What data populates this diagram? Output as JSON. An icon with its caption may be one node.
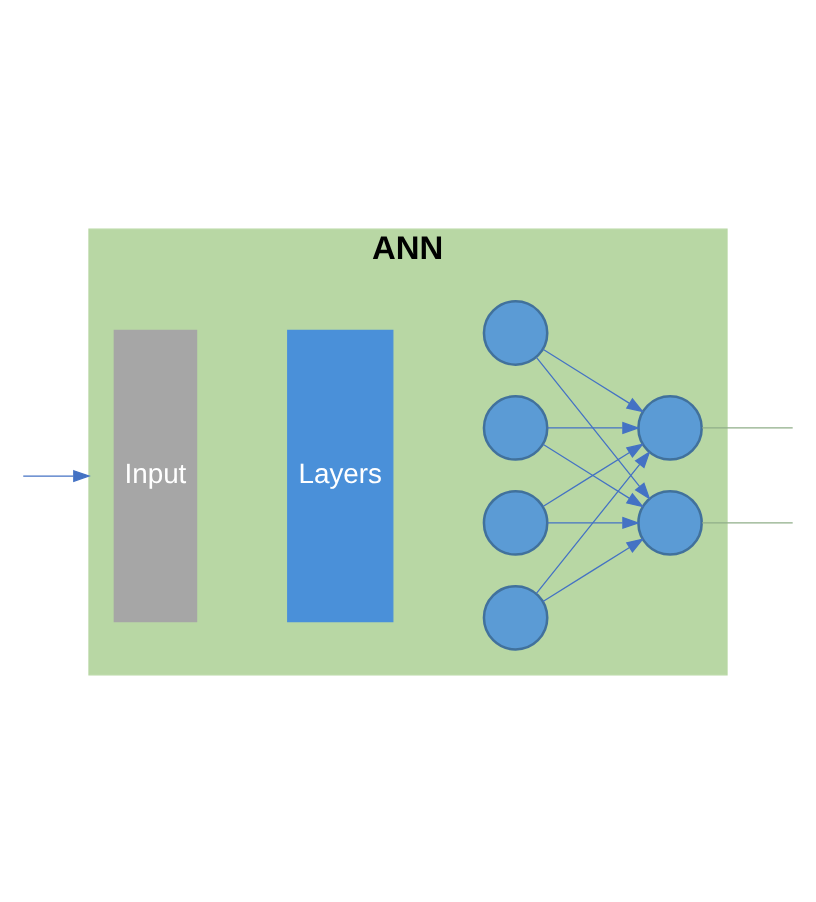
{
  "diagram": {
    "nodes": [
      {
        "text": [
          "ANN"
        ]
      },
      {
        "text": [
          "Input"
        ],
        "in": 0
      },
      {
        "text": [
          "Layers"
        ],
        "in": 0
      },
      {
        "text": [],
        "shape": "circle",
        "in": 0
      },
      {
        "text": [],
        "shape": "circle",
        "in": 0
      },
      {
        "text": [],
        "shape": "circle",
        "in": 0
      },
      {
        "text": [],
        "shape": "circle",
        "in": 0
      },
      {
        "text": [],
        "shape": "circle",
        "in": 0
      },
      {
        "text": [],
        "shape": "circle",
        "in": 0
      }
    ],
    "edges": [
      {
        "from": null,
        "to": 0,
        "arrow": "to"
      },
      {
        "from": 3,
        "to": 7,
        "arrow": "to"
      },
      {
        "from": 3,
        "to": 8,
        "arrow": "to"
      },
      {
        "from": 4,
        "to": 7,
        "arrow": "to"
      },
      {
        "from": 4,
        "to": 8,
        "arrow": "to"
      },
      {
        "from": 5,
        "to": 7,
        "arrow": "to"
      },
      {
        "from": 5,
        "to": 8,
        "arrow": "to"
      },
      {
        "from": 6,
        "to": 7,
        "arrow": "to"
      },
      {
        "from": 6,
        "to": 8,
        "arrow": "to"
      },
      {
        "from": 7,
        "to": null,
        "arrow": "none",
        "color": "#8fae88"
      },
      {
        "from": 8,
        "to": null,
        "arrow": "none",
        "color": "#8fae88"
      }
    ]
  }
}
